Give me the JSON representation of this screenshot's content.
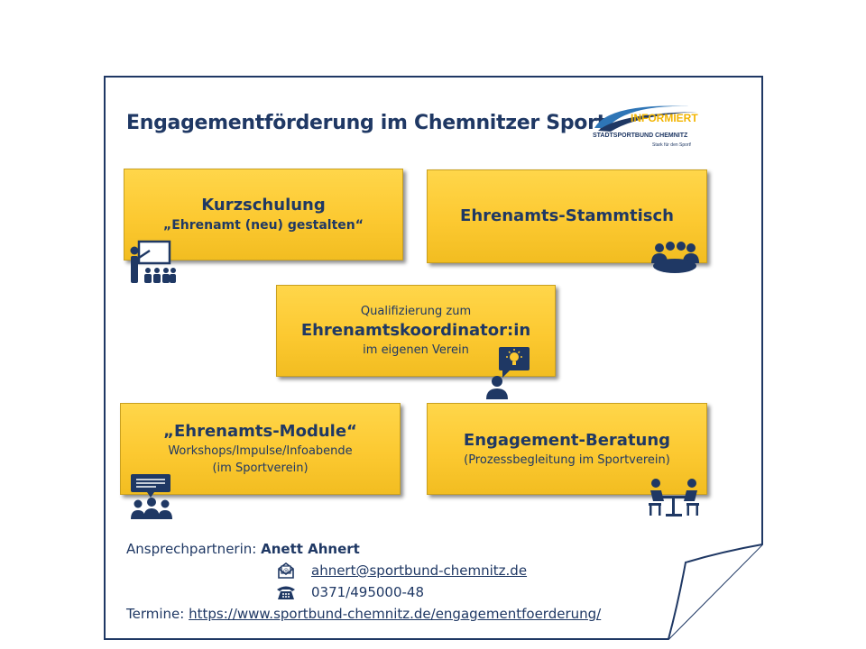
{
  "title": "Engagementförderung im Chemnitzer Sport",
  "logo": {
    "word": "INFORMIERT",
    "org": "STADTSPORTBUND CHEMNITZ",
    "tagline": "Stark für den Sport!"
  },
  "boxes": {
    "kurzschulung": {
      "heading": "Kurzschulung",
      "sub": "„Ehrenamt (neu) gestalten“"
    },
    "stammtisch": {
      "heading": "Ehrenamts-Stammtisch"
    },
    "koordinator": {
      "pre": "Qualifizierung zum",
      "heading": "Ehrenamtskoordinator:in",
      "post": "im eigenen Verein"
    },
    "module": {
      "heading": "„Ehrenamts-Module“",
      "line1": "Workshops/Impulse/Infoabende",
      "line2": "(im Sportverein)"
    },
    "beratung": {
      "heading": "Engagement-Beratung",
      "sub": "(Prozessbegleitung  im Sportverein)"
    }
  },
  "contact": {
    "label": "Ansprechpartnerin:",
    "name": "Anett Ahnert",
    "email": "ahnert@sportbund-chemnitz.de",
    "phone": "0371/495000-48",
    "termine_label": "Termine:",
    "termine_url": "https://www.sportbund-chemnitz.de/engagementfoerderung/"
  },
  "colors": {
    "navy": "#1f3864",
    "gold": "#fcc931",
    "logo_blue": "#2e75b6"
  },
  "icons": [
    "presenter-icon",
    "meeting-group-icon",
    "idea-person-icon",
    "discussion-group-icon",
    "consultation-table-icon",
    "email-icon",
    "phone-icon"
  ]
}
